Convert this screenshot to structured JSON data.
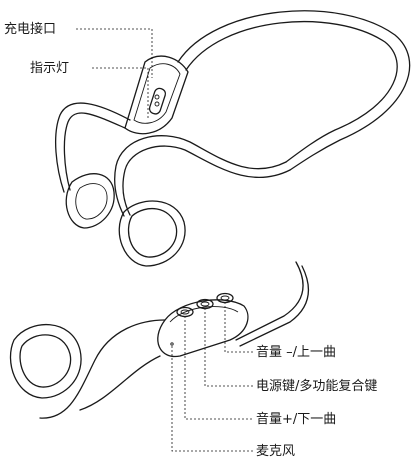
{
  "callouts": {
    "charging_port": "充电接口",
    "indicator_light": "指示灯",
    "volume_down_prev": "音量 –/上一曲",
    "power_multifunction": "电源键/多功能复合键",
    "volume_up_next": "音量+/下一曲",
    "microphone": "麦克风"
  }
}
